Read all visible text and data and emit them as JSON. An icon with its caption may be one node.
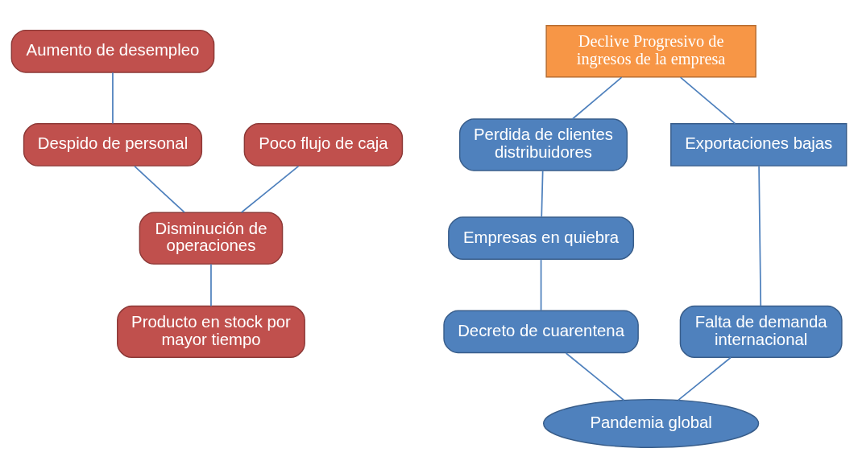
{
  "diagram": {
    "nodes": [
      {
        "text": [
          "Aumento de desempleo"
        ]
      },
      {
        "text": [
          "Poco flujo de caja"
        ]
      },
      {
        "text": [
          "Producto en stock por mayor tiempo"
        ]
      },
      {
        "text": [
          "Despido de personal"
        ]
      },
      {
        "text": [
          "Disminución de operaciones"
        ]
      },
      {
        "text": [
          "Declive Progresivo de ingresos de la empresa"
        ]
      },
      {
        "text": [
          "Perdida de clientes distribuidores"
        ]
      },
      {
        "text": [
          "Exportaciones bajas"
        ]
      },
      {
        "text": [
          "Falta de demanda internacional"
        ]
      },
      {
        "text": [
          "Empresas en quiebra"
        ]
      },
      {
        "text": [
          "Decreto de cuarentena"
        ]
      },
      {
        "text": [
          "Pandemia global"
        ]
      }
    ],
    "edges": [
      {
        "from": 0,
        "to": 3,
        "arrow": "none"
      },
      {
        "from": 3,
        "to": 4,
        "arrow": "none"
      },
      {
        "from": 1,
        "to": 4,
        "arrow": "none"
      },
      {
        "from": 4,
        "to": 2,
        "arrow": "none"
      },
      {
        "from": 5,
        "to": 6,
        "arrow": "none"
      },
      {
        "from": 5,
        "to": 7,
        "arrow": "none"
      },
      {
        "from": 7,
        "to": 8,
        "arrow": "none"
      },
      {
        "from": 6,
        "to": 9,
        "arrow": "none"
      },
      {
        "from": 9,
        "to": 10,
        "arrow": "none"
      },
      {
        "from": 10,
        "to": 11,
        "arrow": "none"
      },
      {
        "from": 8,
        "to": 11,
        "arrow": "none"
      }
    ]
  }
}
